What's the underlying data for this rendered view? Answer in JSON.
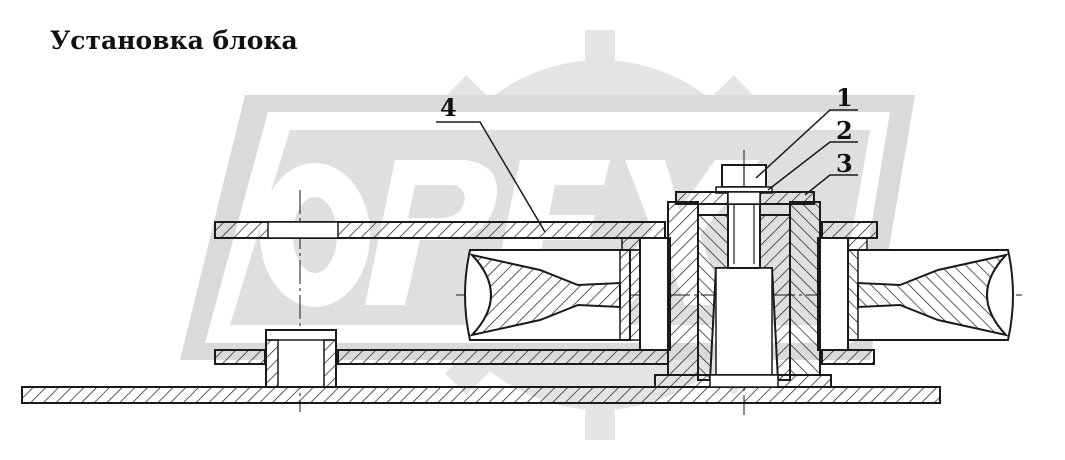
{
  "title": "Установка блока",
  "callouts": [
    {
      "id": "1",
      "text": "1"
    },
    {
      "id": "2",
      "text": "2"
    },
    {
      "id": "3",
      "text": "3"
    },
    {
      "id": "4",
      "text": "4"
    }
  ],
  "watermark": {
    "text": "OPEX",
    "type": "logo",
    "color": "#d0d0d0"
  },
  "colors": {
    "line": "#1a1a1a",
    "watermark": "#d4d4d4",
    "background": "#ffffff"
  }
}
